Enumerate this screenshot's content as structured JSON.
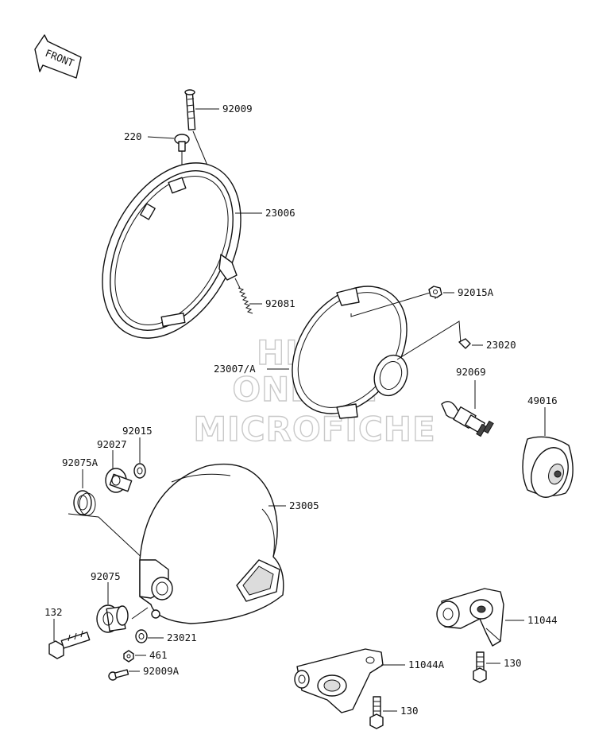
{
  "front_badge": "FRONT",
  "watermark": {
    "line1": "HLSM",
    "line2": "ONLINE",
    "line3": "MICROFICHE"
  },
  "labels": {
    "p92009": "92009",
    "p220": "220",
    "p23006": "23006",
    "p92081": "92081",
    "p92015A": "92015A",
    "p23020": "23020",
    "p23007A": "23007/A",
    "p92069": "92069",
    "p49016": "49016",
    "p92015": "92015",
    "p92027": "92027",
    "p92075A": "92075A",
    "p23005": "23005",
    "p92075": "92075",
    "p132": "132",
    "p23021": "23021",
    "p461": "461",
    "p92009A": "92009A",
    "p11044": "11044",
    "p11044A": "11044A",
    "p130a": "130",
    "p130b": "130"
  }
}
